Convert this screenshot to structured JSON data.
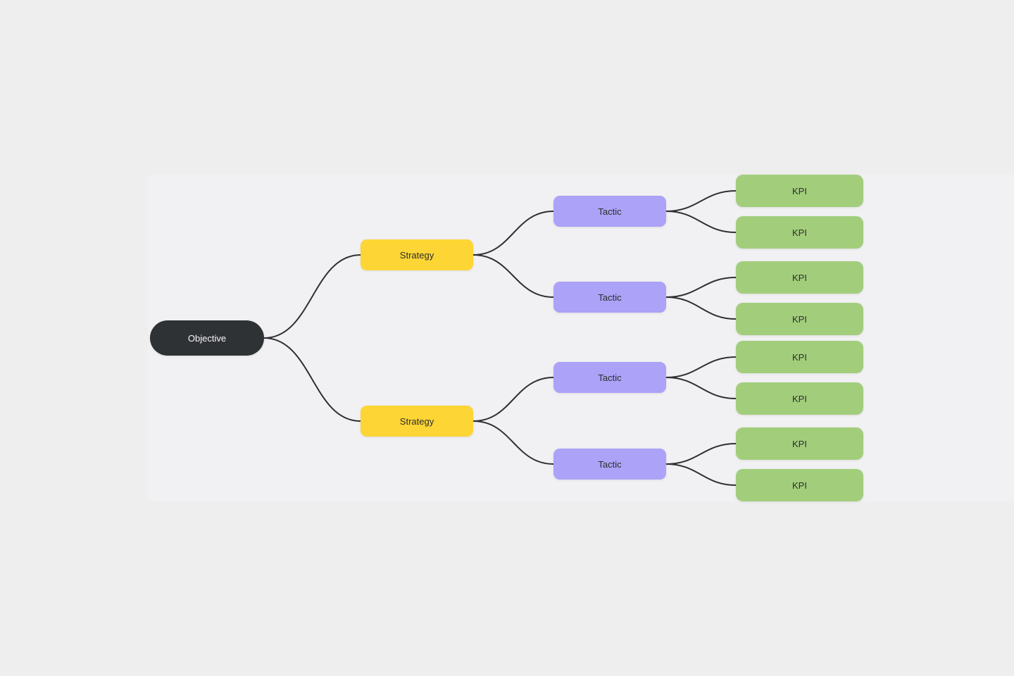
{
  "board": {
    "background_color": "#efeeee",
    "panel_color": "#f1f1f3",
    "edge_color": "#2e3033"
  },
  "nodes": {
    "objective": {
      "label": "Objective",
      "color": "#2f3235",
      "text_color": "#f7f7f7"
    },
    "strategy_color": "#fdd535",
    "strategies": [
      {
        "label": "Strategy"
      },
      {
        "label": "Strategy"
      }
    ],
    "tactic_color": "#aca2f7",
    "tactics": [
      {
        "label": "Tactic"
      },
      {
        "label": "Tactic"
      },
      {
        "label": "Tactic"
      },
      {
        "label": "Tactic"
      }
    ],
    "kpi_color": "#a2ce7c",
    "kpis": [
      {
        "label": "KPI"
      },
      {
        "label": "KPI"
      },
      {
        "label": "KPI"
      },
      {
        "label": "KPI"
      },
      {
        "label": "KPI"
      },
      {
        "label": "KPI"
      },
      {
        "label": "KPI"
      },
      {
        "label": "KPI"
      }
    ]
  }
}
